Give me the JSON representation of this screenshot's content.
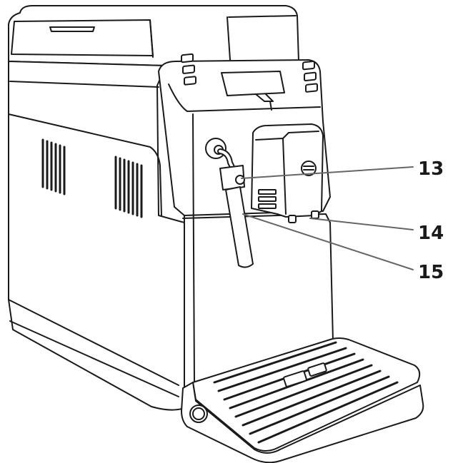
{
  "figure": {
    "subject_icon": "espresso-machine-line-drawing",
    "colors": {
      "line": "#1a1a1a",
      "fill": "#ffffff",
      "leader": "#666666"
    }
  },
  "callouts": [
    {
      "id": "13",
      "label": "13"
    },
    {
      "id": "14",
      "label": "14"
    },
    {
      "id": "15",
      "label": "15"
    }
  ]
}
